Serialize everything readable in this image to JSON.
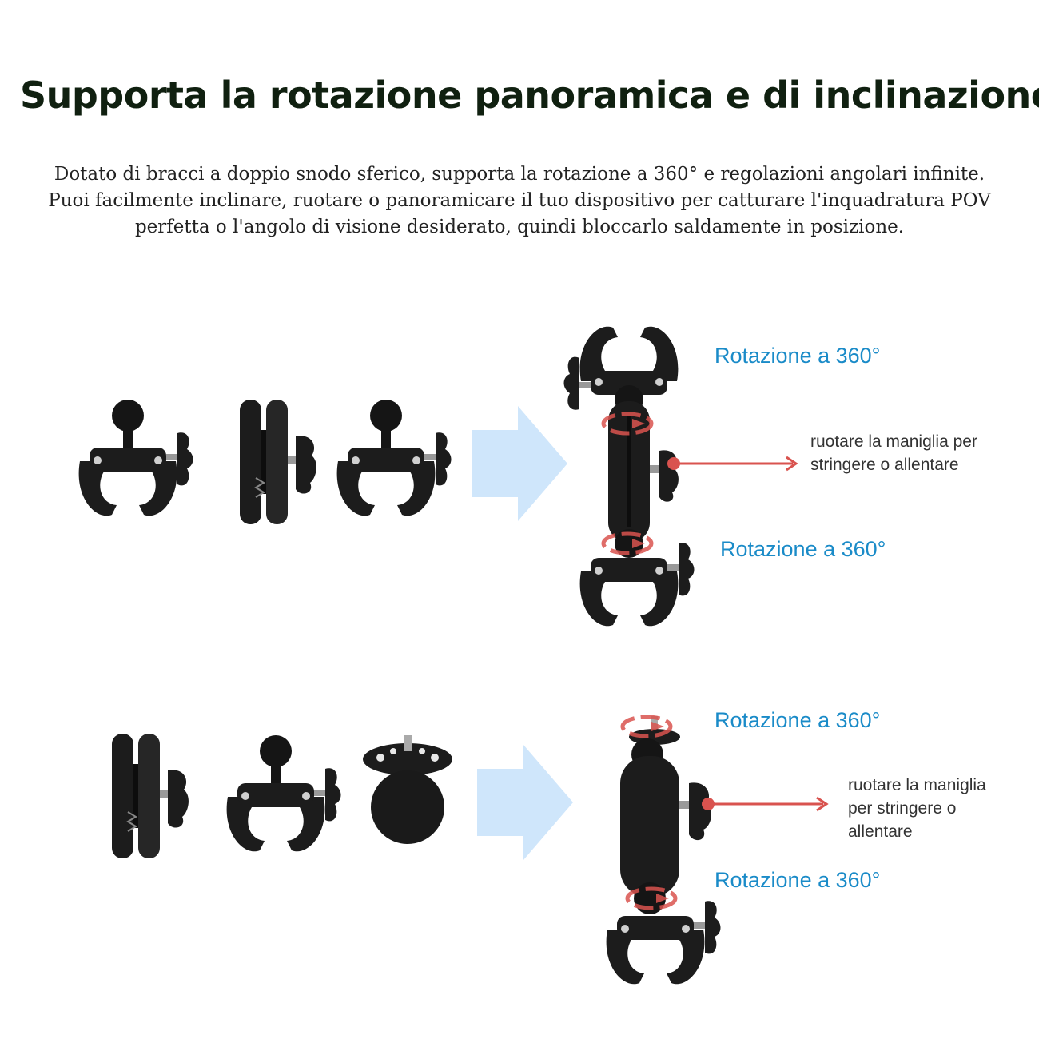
{
  "header": {
    "title": "Supporta la rotazione panoramica e di inclinazione",
    "description": "Dotato di bracci a doppio snodo sferico, supporta la rotazione a 360° e regolazioni angolari infinite. Puoi facilmente inclinare, ruotare o panoramicare il tuo dispositivo per catturare l'inquadratura POV perfetta o l'angolo di visione desiderato, quindi bloccarlo saldamente in posizione."
  },
  "section_top": {
    "rotation_top": "Rotazione a 360°",
    "rotation_bottom": "Rotazione a 360°",
    "handle_note_line1": "ruotare la maniglia per",
    "handle_note_line2": "stringere o allentare"
  },
  "section_bottom": {
    "rotation_top": "Rotazione a 360°",
    "rotation_bottom": "Rotazione a 360°",
    "handle_note_line1": "ruotare la maniglia",
    "handle_note_line2": "per stringere o",
    "handle_note_line3": "allentare"
  },
  "colors": {
    "title": "#102010",
    "rotation_label": "#1a8bc8",
    "arrow_red": "#d9534f",
    "big_arrow_blue": "#cfe6fb",
    "part_black": "#1c1c1c"
  },
  "icons": {
    "big_arrow": "right-arrow-icon",
    "small_arrow": "red-arrow-icon",
    "rotation": "rotation-ring-icon"
  }
}
